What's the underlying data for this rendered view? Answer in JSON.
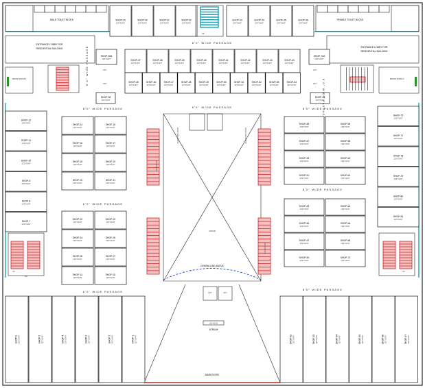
{
  "labels": {
    "entrance_left": "ENTRANCE LOBBY FOR",
    "entrance_left2": "RESIDENTIAL BUILDING",
    "entrance_right": "ENTRANCE LOBBY FOR",
    "entrance_right2": "RESIDENTIAL BUILDING",
    "male_toilet": "MALE TOILET BLOCK",
    "female_toilet": "FEMALE TOILET BLOCK",
    "meter_left": "METER ROOM-3",
    "meter_right": "METER ROOM-4",
    "atrium_mid": "ATRIUM",
    "atrium_low": "ATRIUM",
    "cinema": "CINEMA LINE ABOVE",
    "main_entry": "MAIN ENTRY",
    "escalator_l": "ESCALATOR",
    "escalator_r": "ESCALATOR",
    "lift": "LIFT",
    "up": "UP",
    "dn": "DN",
    "pass_top": "6'0\" WIDE PASSAGE",
    "pass_2": "6'0\" WIDE PASSAGE",
    "pass_3": "8'0\" WIDE PASSAGE",
    "pass_4": "8'0\" WIDE PASSAGE",
    "pass_5": "6'0\" WIDE PASSAGE",
    "pass_6": "8'0\" WIDE PASSAGE",
    "pass_7": "6'0\" WIDE PASSAGE",
    "pass_8": "8'0\" WIDE PASSAGE",
    "pass_v_l": "6'0\" WIDE PASSAGE",
    "pass_v_r": "6'0\" WIDE PASSAGE",
    "void_note_l": "ROOF LINE ABOVE",
    "void_note_r": "ROOF LINE ABOVE",
    "scale_note": "LVL+00:00"
  },
  "shops_top": [
    "SHOP-29",
    "SHOP-30",
    "SHOP-31",
    "SHOP-32",
    "SHOP-33",
    "SHOP-34",
    "SHOP-35",
    "SHOP-36"
  ],
  "shops_row2": [
    "SHOP-37",
    "SHOP-38",
    "SHOP-39",
    "SHOP-40",
    "SHOP-41",
    "SHOP-42",
    "SHOP-43",
    "SHOP-44"
  ],
  "shops_row3": [
    "SHOP-45",
    "SHOP-46",
    "SHOP-47",
    "SHOP-48",
    "SHOP-49",
    "SHOP-50",
    "SHOP-51",
    "SHOP-52",
    "SHOP-53",
    "SHOP-54"
  ],
  "shops_left_col": [
    "SHOP-12",
    "SHOP-11",
    "SHOP-10",
    "SHOP-9",
    "SHOP-8",
    "SHOP-7"
  ],
  "shops_right_col": [
    "SHOP-75",
    "SHOP-77",
    "SHOP-78",
    "SHOP-79",
    "SHOP-80",
    "SHOP-81"
  ],
  "shops_center_left": [
    "SHOP-14",
    "SHOP-15",
    "SHOP-16",
    "SHOP-17",
    "SHOP-18",
    "SHOP-19",
    "SHOP-20",
    "SHOP-21",
    "SHOP-22",
    "SHOP-23",
    "SHOP-24",
    "SHOP-25",
    "SHOP-26",
    "SHOP-27"
  ],
  "shops_center_right": [
    "SHOP-55",
    "SHOP-56",
    "SHOP-57",
    "SHOP-58",
    "SHOP-59",
    "SHOP-60",
    "SHOP-61",
    "SHOP-62",
    "SHOP-63",
    "SHOP-64",
    "SHOP-65",
    "SHOP-66",
    "SHOP-67",
    "SHOP-68",
    "SHOP-69",
    "SHOP-70",
    "SHOP-71",
    "SHOP-72",
    "SHOP-73",
    "SHOP-74"
  ],
  "shops_bottom_left": [
    "SHOP-6",
    "SHOP-5",
    "SHOP-4",
    "SHOP-3",
    "SHOP-2",
    "SHOP-1"
  ],
  "shops_bottom_right": [
    "SHOP-82",
    "SHOP-83",
    "SHOP-84",
    "SHOP-85",
    "SHOP-86",
    "SHOP-87"
  ],
  "shops_small": [
    "SHOP-28A",
    "SHOP-76A",
    "SHOP-13",
    "SHOP-28"
  ],
  "dimension_note": "12'0\"X14'0\""
}
